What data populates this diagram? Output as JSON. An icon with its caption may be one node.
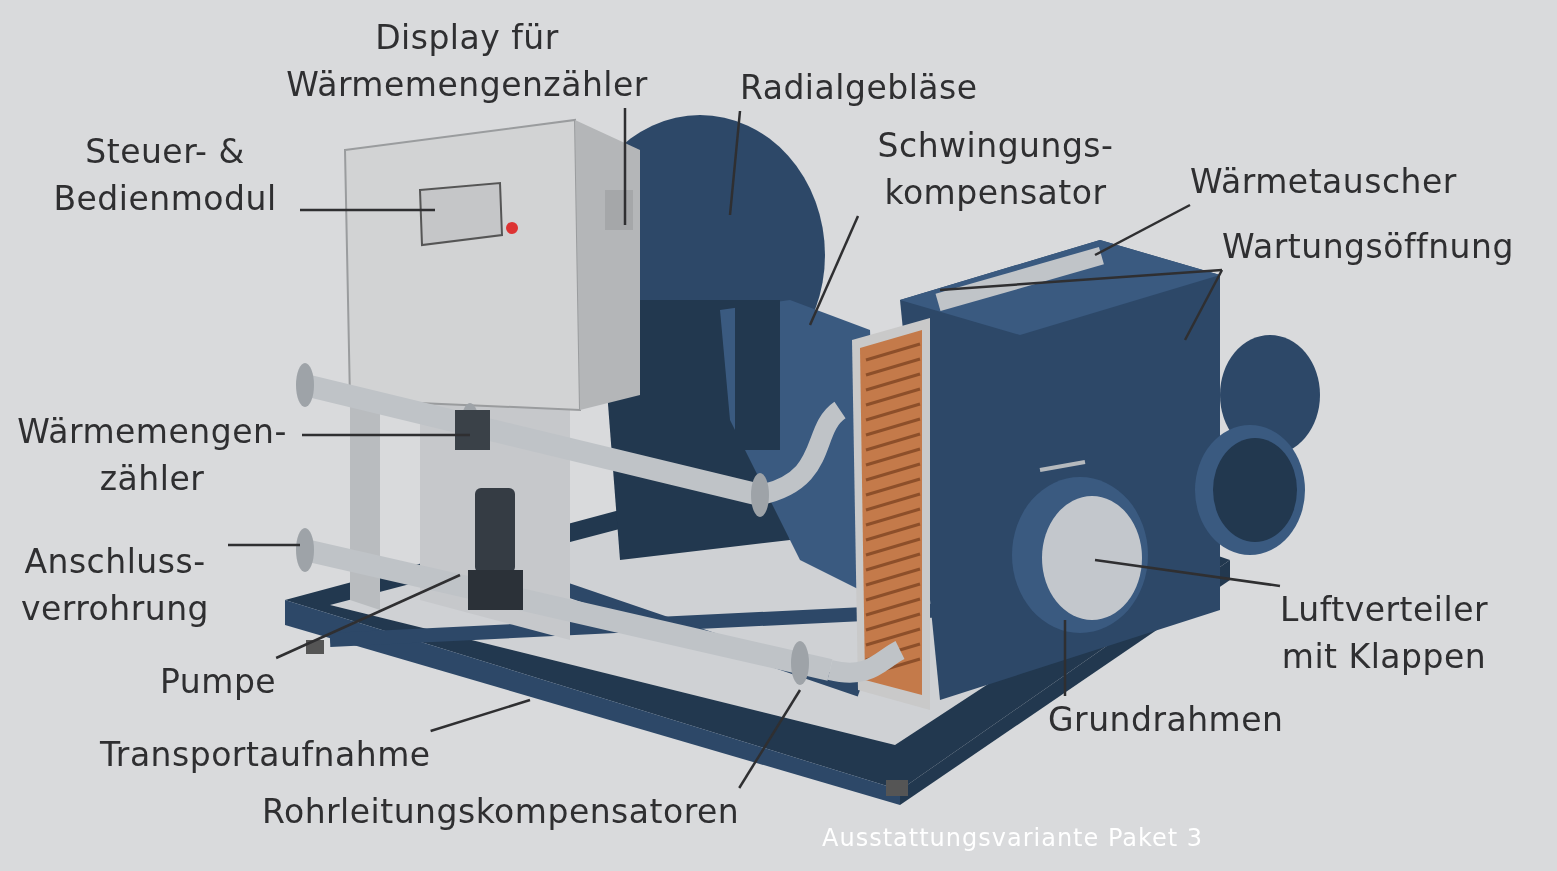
{
  "diagram": {
    "nodes": [
      {
        "text": [
          "Display für Wärmemengenzähler"
        ]
      },
      {
        "text": [
          "Radialgebläse"
        ]
      },
      {
        "text": [
          "Steuer- & Bedienmodul"
        ]
      },
      {
        "text": [
          "Schwingungs- kompensator"
        ]
      },
      {
        "text": [
          "Wärmetauscher"
        ]
      },
      {
        "text": [
          "Wartungsöffnung"
        ]
      },
      {
        "text": [
          "Wärmemengen- zähler"
        ]
      },
      {
        "text": [
          "Anschluss- verrohrung"
        ]
      },
      {
        "text": [
          "Pumpe"
        ]
      },
      {
        "text": [
          "Transportaufnahme"
        ]
      },
      {
        "text": [
          "Rohrleitungskompensatoren"
        ]
      },
      {
        "text": [
          "Luftverteiler mit Klappen"
        ]
      },
      {
        "text": [
          "Grundrahmen"
        ]
      }
    ],
    "edges": [
      {
        "from": 0,
        "to": null,
        "arrow": "none"
      },
      {
        "from": 1,
        "to": null,
        "arrow": "none"
      },
      {
        "from": 2,
        "to": null,
        "arrow": "none"
      },
      {
        "from": 3,
        "to": null,
        "arrow": "none"
      },
      {
        "from": 4,
        "to": null,
        "arrow": "none"
      },
      {
        "from": 5,
        "to": null,
        "arrow": "none"
      },
      {
        "from": 5,
        "to": null,
        "arrow": "none"
      },
      {
        "from": 6,
        "to": null,
        "arrow": "none"
      },
      {
        "from": 7,
        "to": null,
        "arrow": "none"
      },
      {
        "from": 8,
        "to": null,
        "arrow": "none"
      },
      {
        "from": 9,
        "to": null,
        "arrow": "none"
      },
      {
        "from": 10,
        "to": null,
        "arrow": "none"
      },
      {
        "from": 11,
        "to": null,
        "arrow": "none"
      },
      {
        "from": 12,
        "to": null,
        "arrow": "none"
      }
    ],
    "labels": [
      "Ausstattungsvariante Paket 3"
    ]
  }
}
